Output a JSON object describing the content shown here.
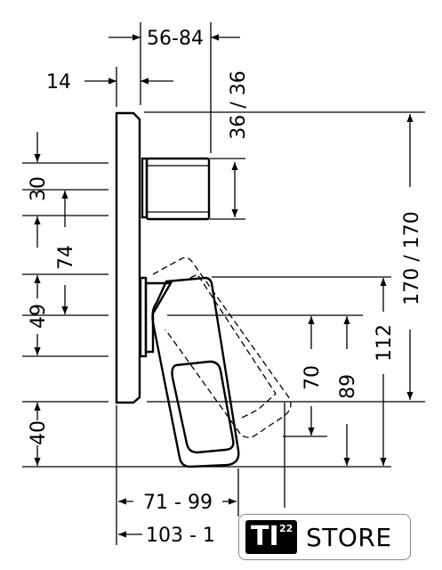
{
  "dimensions": {
    "top_projection": "56-84",
    "plate_thickness": "14",
    "top_clearance": "36 / 36",
    "total_height": "170 / 170",
    "knob_offset": "30",
    "knob_to_lever": "74",
    "lever_offset": "49",
    "bottom_height": "40",
    "lever_drop_70": "70",
    "lever_drop_89": "89",
    "lever_drop_112": "112",
    "lever_reach": "71 - 99",
    "overall_reach": "103 - 1"
  },
  "badge": {
    "logo_text": "TI",
    "logo_superscript": "22",
    "store_text": "STORE"
  }
}
